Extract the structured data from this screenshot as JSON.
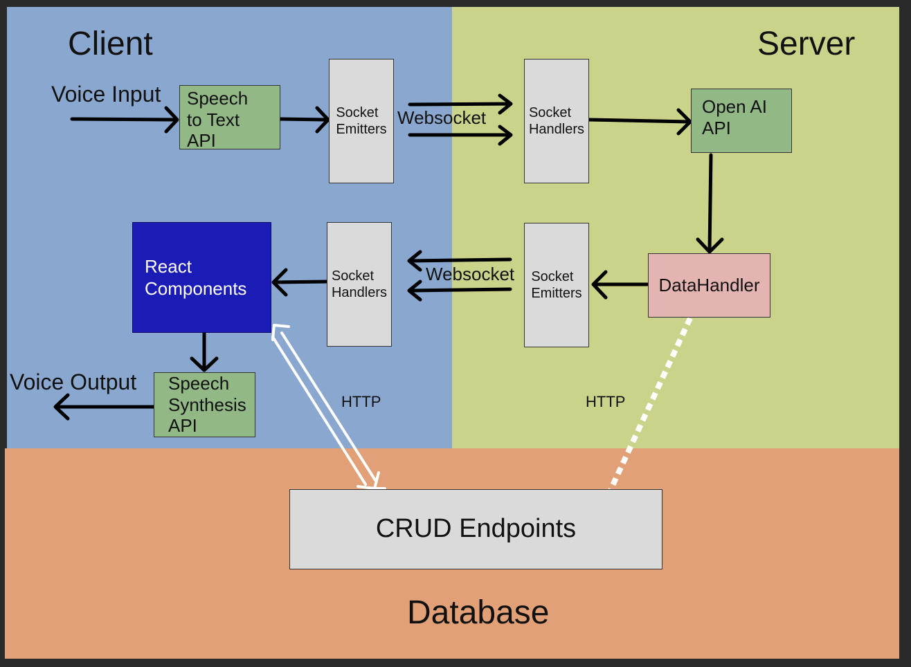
{
  "zones": {
    "client": "Client",
    "server": "Server",
    "database": "Database"
  },
  "labels": {
    "voice_input": "Voice Input",
    "voice_output": "Voice Output",
    "websocket_top": "Websocket",
    "websocket_bottom": "Websocket",
    "http_left": "HTTP",
    "http_right": "HTTP"
  },
  "nodes": {
    "speech_to_text": "Speech\nto Text\nAPI",
    "client_socket_emitters": "Socket\nEmitters",
    "server_socket_handlers": "Socket\nHandlers",
    "open_ai_api": "Open AI\nAPI",
    "react_components": "React\nComponents",
    "client_socket_handlers": "Socket\nHandlers",
    "server_socket_emitters": "Socket\nEmitters",
    "data_handler": "DataHandler",
    "speech_synthesis": "Speech\nSynthesis\nAPI",
    "crud_endpoints": "CRUD Endpoints"
  },
  "colors": {
    "client_bg": "#8aa7cf",
    "server_bg": "#cbd38a",
    "database_bg": "#e2a077",
    "api_box": "#92b886",
    "socket_box": "#dadada",
    "react_box": "#1b1cb5",
    "datahandler_box": "#e3b4b2"
  }
}
